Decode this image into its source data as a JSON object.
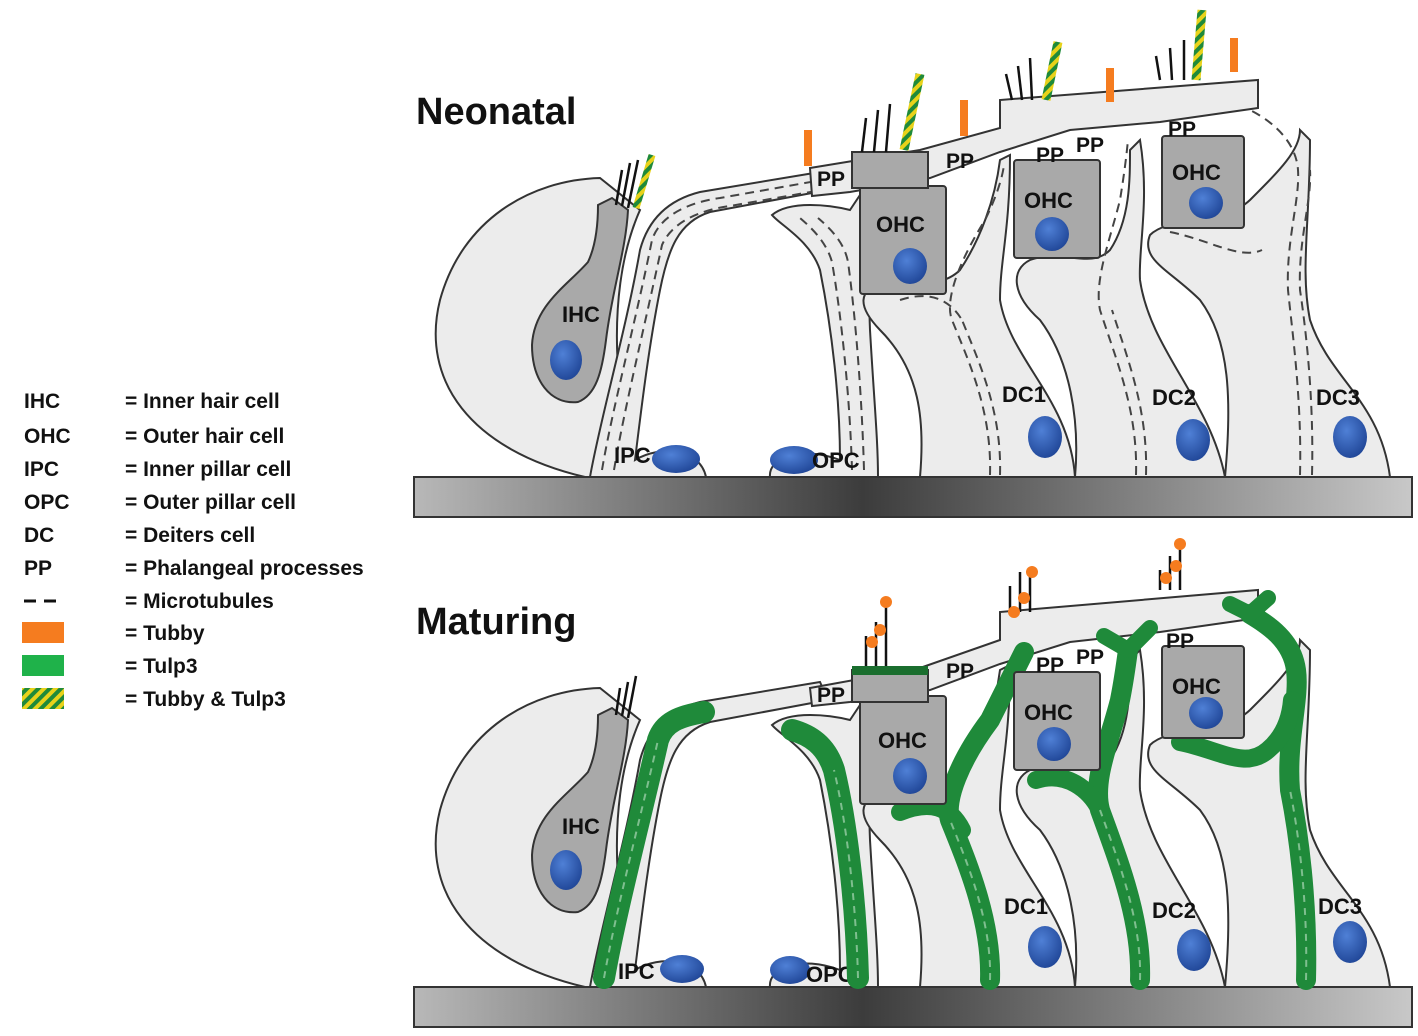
{
  "panels": {
    "neonatal": {
      "title": "Neonatal"
    },
    "maturing": {
      "title": "Maturing"
    }
  },
  "cell_labels": {
    "ihc": "IHC",
    "ohc": "OHC",
    "ipc": "IPC",
    "opc": "OPC",
    "pp": "PP",
    "dc1": "DC1",
    "dc2": "DC2",
    "dc3": "DC3"
  },
  "legend": [
    {
      "abbr": "IHC",
      "desc": "= Inner hair cell"
    },
    {
      "abbr": "OHC",
      "desc": "= Outer hair cell"
    },
    {
      "abbr": "IPC",
      "desc": "= Inner pillar cell"
    },
    {
      "abbr": "OPC",
      "desc": "= Outer pillar cell"
    },
    {
      "abbr": "DC",
      "desc": "= Deiters cell"
    },
    {
      "abbr": "PP",
      "desc": "= Phalangeal processes"
    },
    {
      "swatch": "microtubules",
      "desc": "= Microtubules"
    },
    {
      "swatch": "tubby",
      "desc": "= Tubby"
    },
    {
      "swatch": "tulp3",
      "desc": "= Tulp3"
    },
    {
      "swatch": "both",
      "desc": "= Tubby & Tulp3"
    }
  ],
  "colors": {
    "tubby": "#f57c1f",
    "tulp3": "#1f8a3a",
    "hatch_yellow": "#e8d21a",
    "nucleus": "#2e5eb8",
    "hair_cell": "#a9a9a9",
    "support_cell": "#ececec"
  },
  "icons": {
    "legend_microtubules": "dashed-line-icon",
    "legend_tubby": "orange-swatch-icon",
    "legend_tulp3": "green-swatch-icon",
    "legend_both": "hatched-swatch-icon"
  }
}
